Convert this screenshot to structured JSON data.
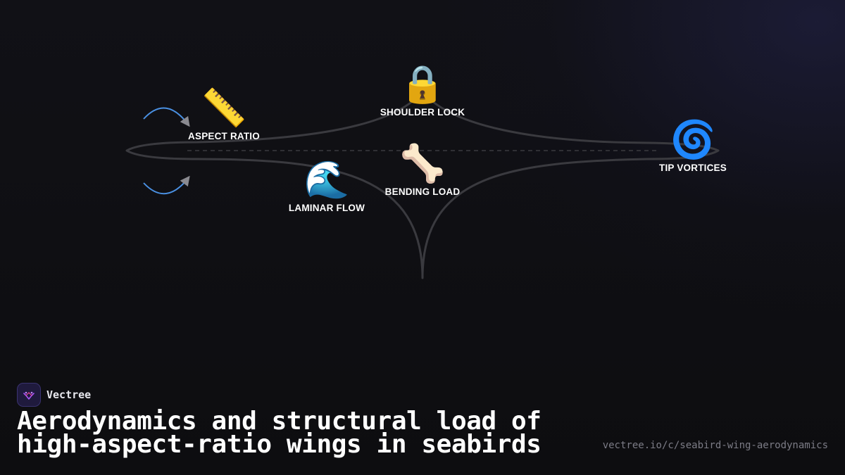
{
  "diagram": {
    "nodes": [
      {
        "id": "aspect-ratio",
        "icon": "ruler-icon",
        "emoji": "📏",
        "label": "ASPECT RATIO"
      },
      {
        "id": "shoulder-lock",
        "icon": "lock-icon",
        "emoji": "🔒",
        "label": "SHOULDER LOCK"
      },
      {
        "id": "laminar-flow",
        "icon": "wave-icon",
        "emoji": "🌊",
        "label": "LAMINAR FLOW"
      },
      {
        "id": "bending-load",
        "icon": "bone-icon",
        "emoji": "🦴",
        "label": "BENDING LOAD"
      },
      {
        "id": "tip-vortices",
        "icon": "cyclone-icon",
        "emoji": "🌀",
        "label": "TIP VORTICES"
      }
    ],
    "colors": {
      "outline": "#3a3a3f",
      "flow_arrow": "#4a90e2",
      "arrowhead": "#8a8a90"
    }
  },
  "brand": {
    "name": "Vectree",
    "logo_icon": "vectree-logo-icon"
  },
  "title": {
    "line1": "Aerodynamics and structural load of",
    "line2": "high-aspect-ratio wings in seabirds"
  },
  "url": "vectree.io/c/seabird-wing-aerodynamics"
}
